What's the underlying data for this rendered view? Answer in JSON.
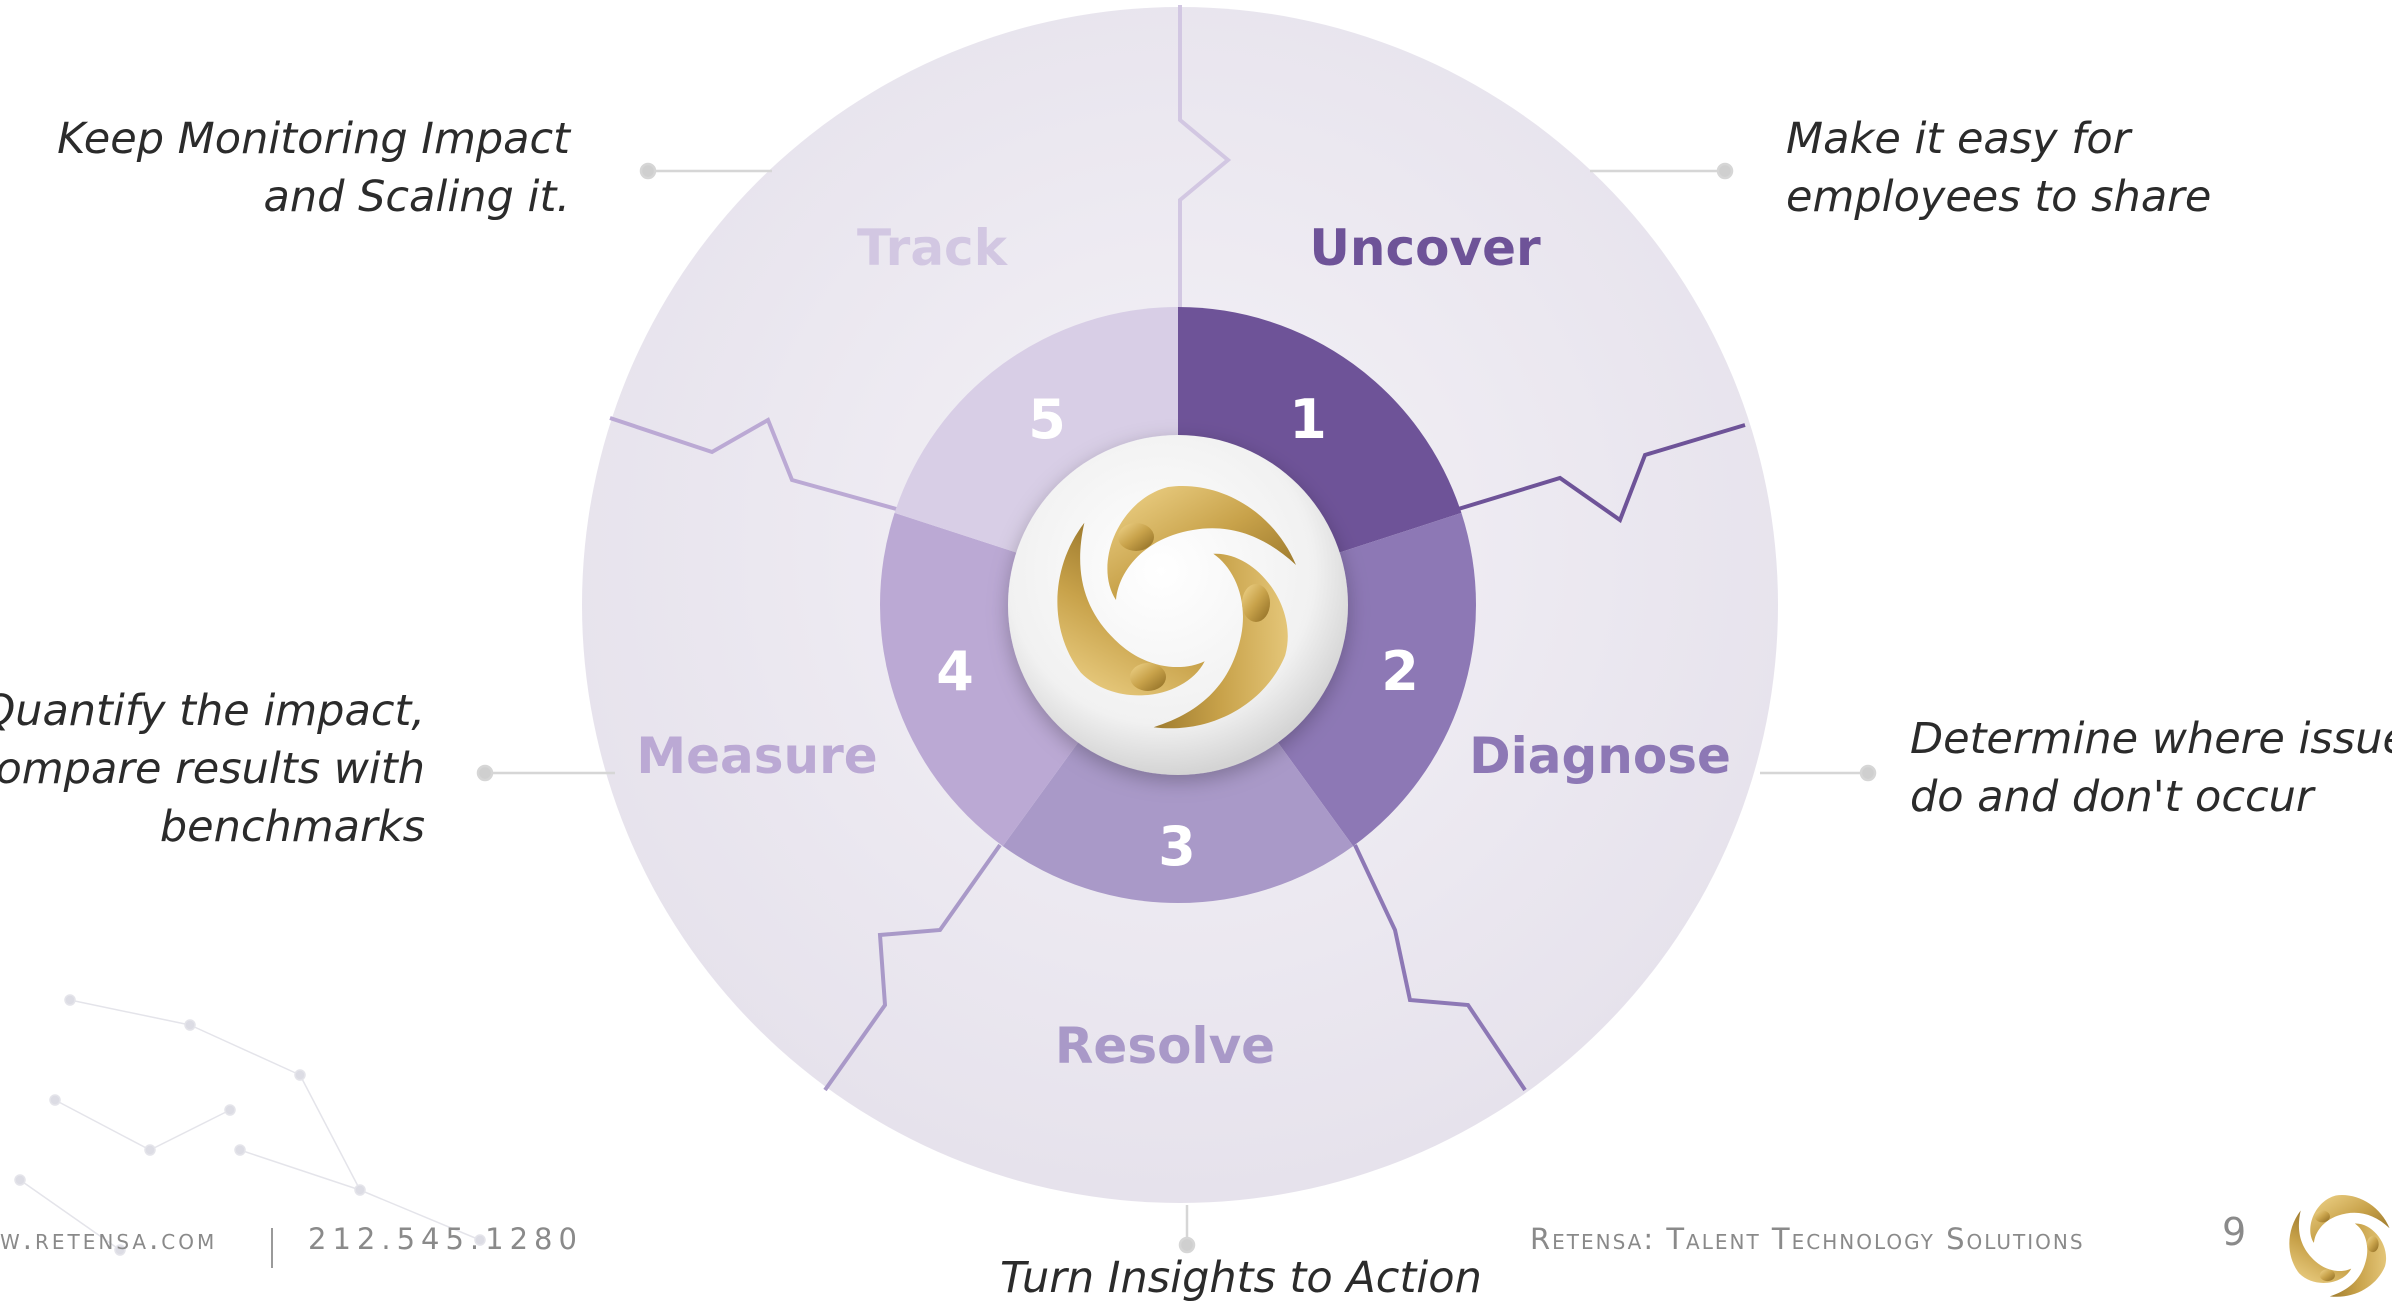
{
  "stages": [
    {
      "num": "1",
      "label": "Uncover",
      "description": [
        "Make it easy for",
        "employees to share"
      ]
    },
    {
      "num": "2",
      "label": "Diagnose",
      "description": [
        "Determine where issues",
        "do and don't occur"
      ]
    },
    {
      "num": "3",
      "label": "Resolve",
      "description": [
        "Turn Insights to Action"
      ]
    },
    {
      "num": "4",
      "label": "Measure",
      "description": [
        "Quantify the impact,",
        "compare results with",
        "benchmarks"
      ]
    },
    {
      "num": "5",
      "label": "Track",
      "description": [
        "Keep Monitoring Impact",
        "and Scaling it."
      ]
    }
  ],
  "colors": {
    "outer_ring": "#ebe8f0",
    "uncover_dark": "#6e5398",
    "diagnose": "#8d78b5",
    "resolve": "#a999c8",
    "measure": "#bba9d4",
    "track": "#d8cee6",
    "gold": "#c8a24a"
  },
  "footer": {
    "website": "w.retensa.com",
    "phone": "212.545.1280",
    "company": "Retensa: Talent Technology Solutions",
    "page": "9"
  }
}
